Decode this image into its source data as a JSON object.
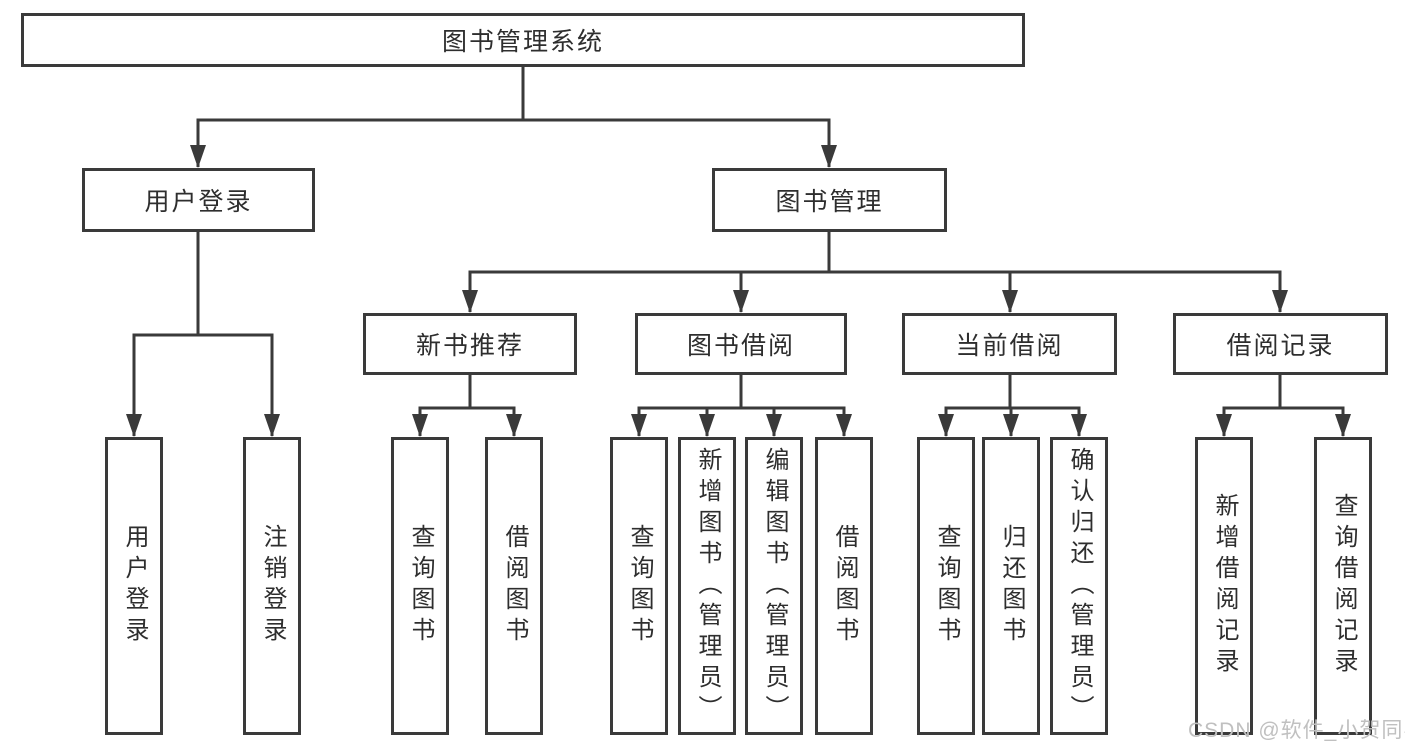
{
  "colors": {
    "background": "#ffffff",
    "line": "#3a3a3a",
    "box_border": "#3a3a3a",
    "box_background": "#ffffff",
    "text": "#2e2e2e",
    "watermark": "#c0c0c0"
  },
  "watermark": {
    "text": "CSDN @软件_小贺同学"
  },
  "tree": {
    "root": {
      "label": "图书管理系统"
    },
    "level2": [
      {
        "label": "用户登录"
      },
      {
        "label": "图书管理"
      }
    ],
    "level3": [
      {
        "label": "新书推荐",
        "parent": "图书管理"
      },
      {
        "label": "图书借阅",
        "parent": "图书管理"
      },
      {
        "label": "当前借阅",
        "parent": "图书管理"
      },
      {
        "label": "借阅记录",
        "parent": "图书管理"
      }
    ],
    "leaves": [
      {
        "label": "用户登录",
        "parent": "用户登录"
      },
      {
        "label": "注销登录",
        "parent": "用户登录"
      },
      {
        "label": "查询图书",
        "parent": "新书推荐"
      },
      {
        "label": "借阅图书",
        "parent": "新书推荐"
      },
      {
        "label": "查询图书",
        "parent": "图书借阅"
      },
      {
        "label": "新增图书（管理员）",
        "parent": "图书借阅"
      },
      {
        "label": "编辑图书（管理员）",
        "parent": "图书借阅"
      },
      {
        "label": "借阅图书",
        "parent": "图书借阅"
      },
      {
        "label": "查询图书",
        "parent": "当前借阅"
      },
      {
        "label": "归还图书",
        "parent": "当前借阅"
      },
      {
        "label": "确认归还（管理员）",
        "parent": "当前借阅"
      },
      {
        "label": "新增借阅记录",
        "parent": "借阅记录"
      },
      {
        "label": "查询借阅记录",
        "parent": "借阅记录"
      }
    ]
  }
}
